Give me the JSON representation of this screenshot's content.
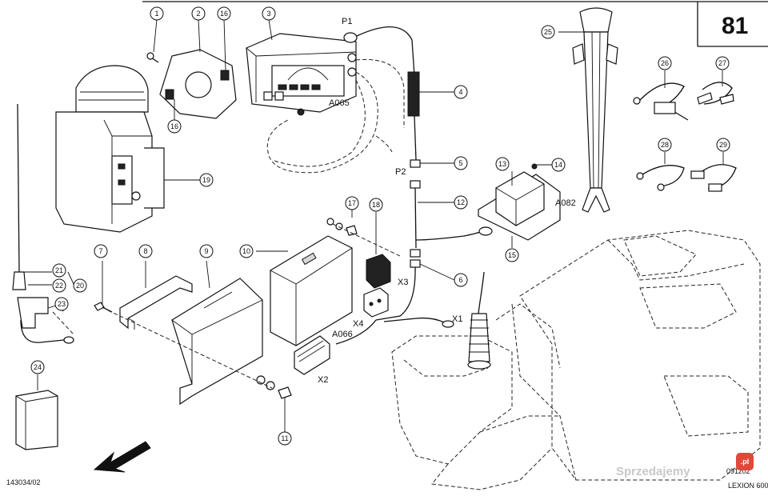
{
  "page_number": "81",
  "drawing_number": "143034/02",
  "drawing_code": "091z02",
  "model": "LEXION 600",
  "watermark": "Sprzedajemy",
  "watermark_badge": ".pl",
  "connectors": {
    "p1": "P1",
    "p2": "P2",
    "x1": "X1",
    "x2": "X2",
    "x3": "X3",
    "x4": "X4"
  },
  "modules": {
    "a065": "A065",
    "a066": "A066",
    "a082": "A082"
  },
  "callouts": {
    "c1": "1",
    "c2": "2",
    "c3": "3",
    "c4": "4",
    "c5": "5",
    "c6": "6",
    "c7": "7",
    "c8": "8",
    "c9": "9",
    "c10": "10",
    "c11": "11",
    "c12": "12",
    "c13": "13",
    "c14": "14",
    "c15": "15",
    "c16": "16",
    "c16b": "16",
    "c17": "17",
    "c18": "18",
    "c19": "19",
    "c20": "20",
    "c21": "21",
    "c22": "22",
    "c23": "23",
    "c24": "24",
    "c25": "25",
    "c26": "26",
    "c27": "27",
    "c28": "28",
    "c29": "29"
  }
}
